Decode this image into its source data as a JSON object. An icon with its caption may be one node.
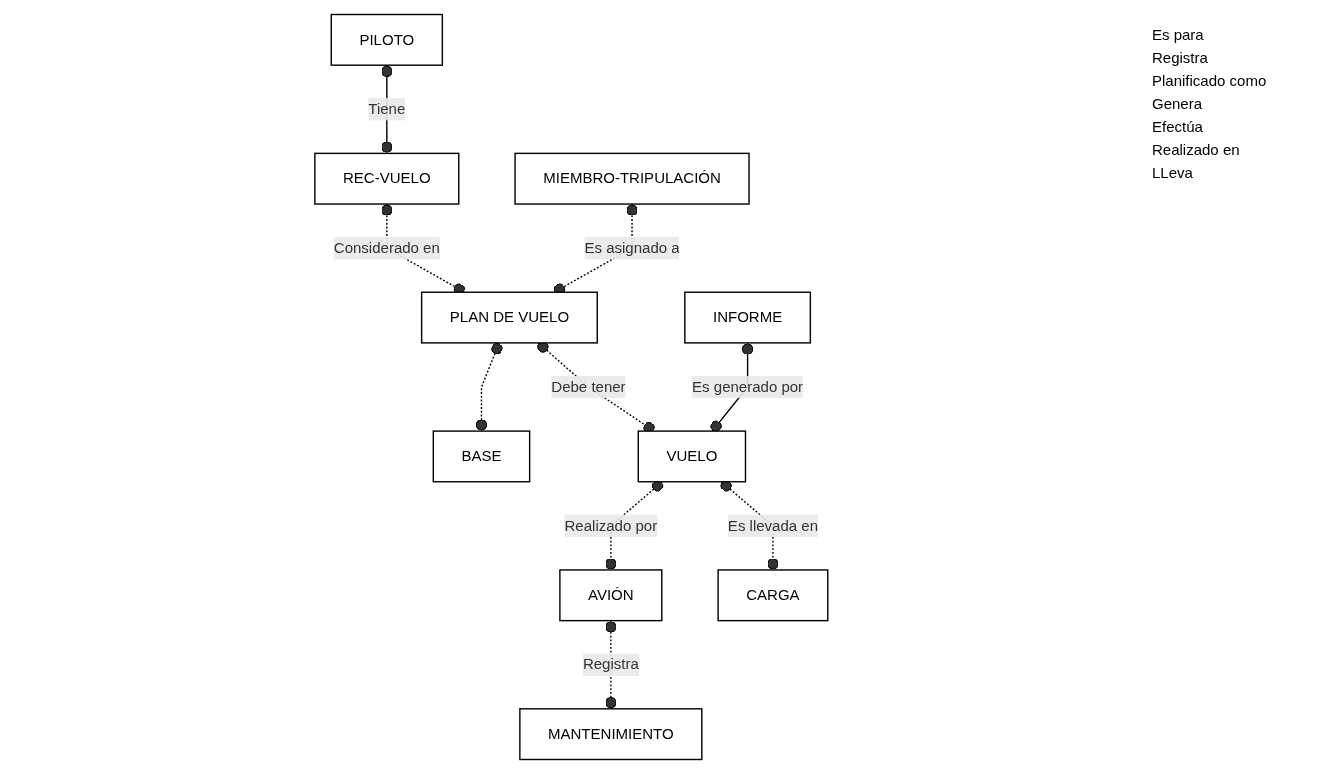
{
  "diagram": {
    "nodes": [
      {
        "text": [
          "PILOTO"
        ]
      },
      {
        "text": [
          "REC-VUELO"
        ]
      },
      {
        "text": [
          "MIEMBRO-TRIPULACIÓN"
        ]
      },
      {
        "text": [
          "PLAN DE VUELO"
        ]
      },
      {
        "text": [
          "BASE"
        ]
      },
      {
        "text": [
          "MANTENIMIENTO"
        ]
      },
      {
        "text": [
          "INFORME"
        ]
      },
      {
        "text": [
          "VUELO"
        ]
      },
      {
        "text": [
          "AVIÓN"
        ]
      },
      {
        "text": [
          "CARGA"
        ]
      }
    ],
    "edges": [
      {
        "from": 0,
        "to": 1,
        "arrow": "other",
        "label": "Tiene"
      },
      {
        "from": 1,
        "to": 3,
        "arrow": "other",
        "label": "Considerado en",
        "style": "dashed"
      },
      {
        "from": 2,
        "to": 3,
        "arrow": "other",
        "label": "Es asignado a",
        "style": "dashed"
      },
      {
        "from": 3,
        "to": 4,
        "arrow": "other",
        "style": "dashed"
      },
      {
        "from": 3,
        "to": 7,
        "arrow": "other",
        "label": "Debe tener",
        "style": "dashed"
      },
      {
        "from": 6,
        "to": 7,
        "arrow": "other",
        "label": "Es generado por"
      },
      {
        "from": 7,
        "to": 8,
        "arrow": "other",
        "label": "Realizado por",
        "style": "dashed"
      },
      {
        "from": 8,
        "to": 5,
        "arrow": "other",
        "label": "Registra",
        "style": "dashed"
      },
      {
        "from": 7,
        "to": 9,
        "arrow": "other",
        "label": "Es llevada en",
        "style": "dashed"
      }
    ],
    "labels": [
      "Es para",
      "Registra",
      "Planificado como",
      "Genera",
      "Efectúa",
      "Realizado en",
      "LLeva"
    ]
  }
}
